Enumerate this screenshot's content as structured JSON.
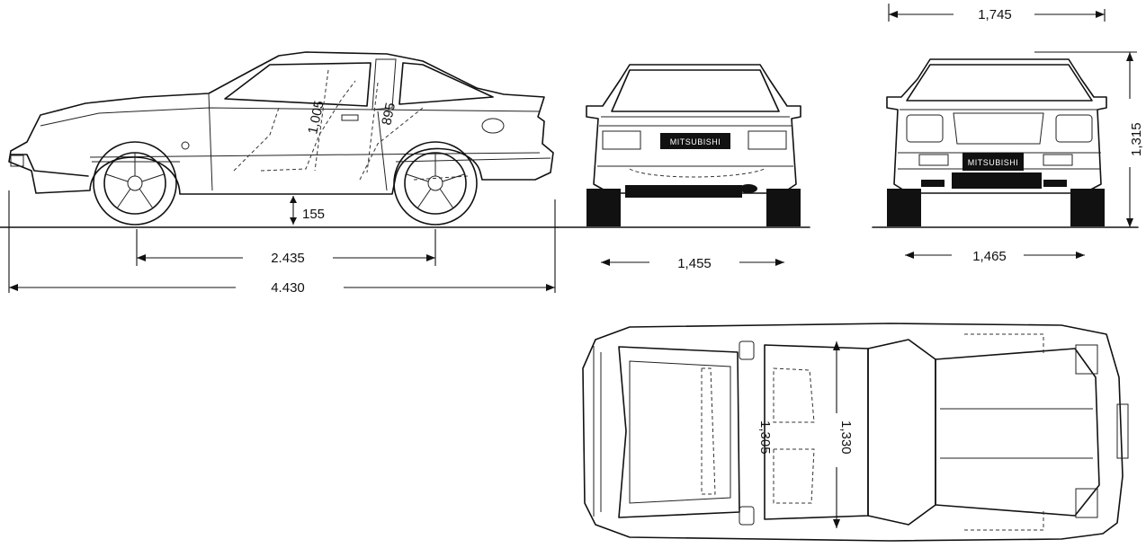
{
  "dimensions": {
    "overall_width": "1,745",
    "overall_height": "1,315",
    "ground_clearance": "155",
    "wheelbase": "2.435",
    "overall_length": "4.430",
    "rear_track": "1,455",
    "front_track": "1,465",
    "front_headroom": "1,005",
    "rear_headroom": "895",
    "front_shoulder_width": "1,330",
    "rear_shoulder_width": "1,305"
  },
  "badges": {
    "rear_badge": "MITSUBISHI",
    "front_badge": "MITSUBISHI"
  },
  "colors": {
    "line": "#111111",
    "background": "#ffffff"
  }
}
